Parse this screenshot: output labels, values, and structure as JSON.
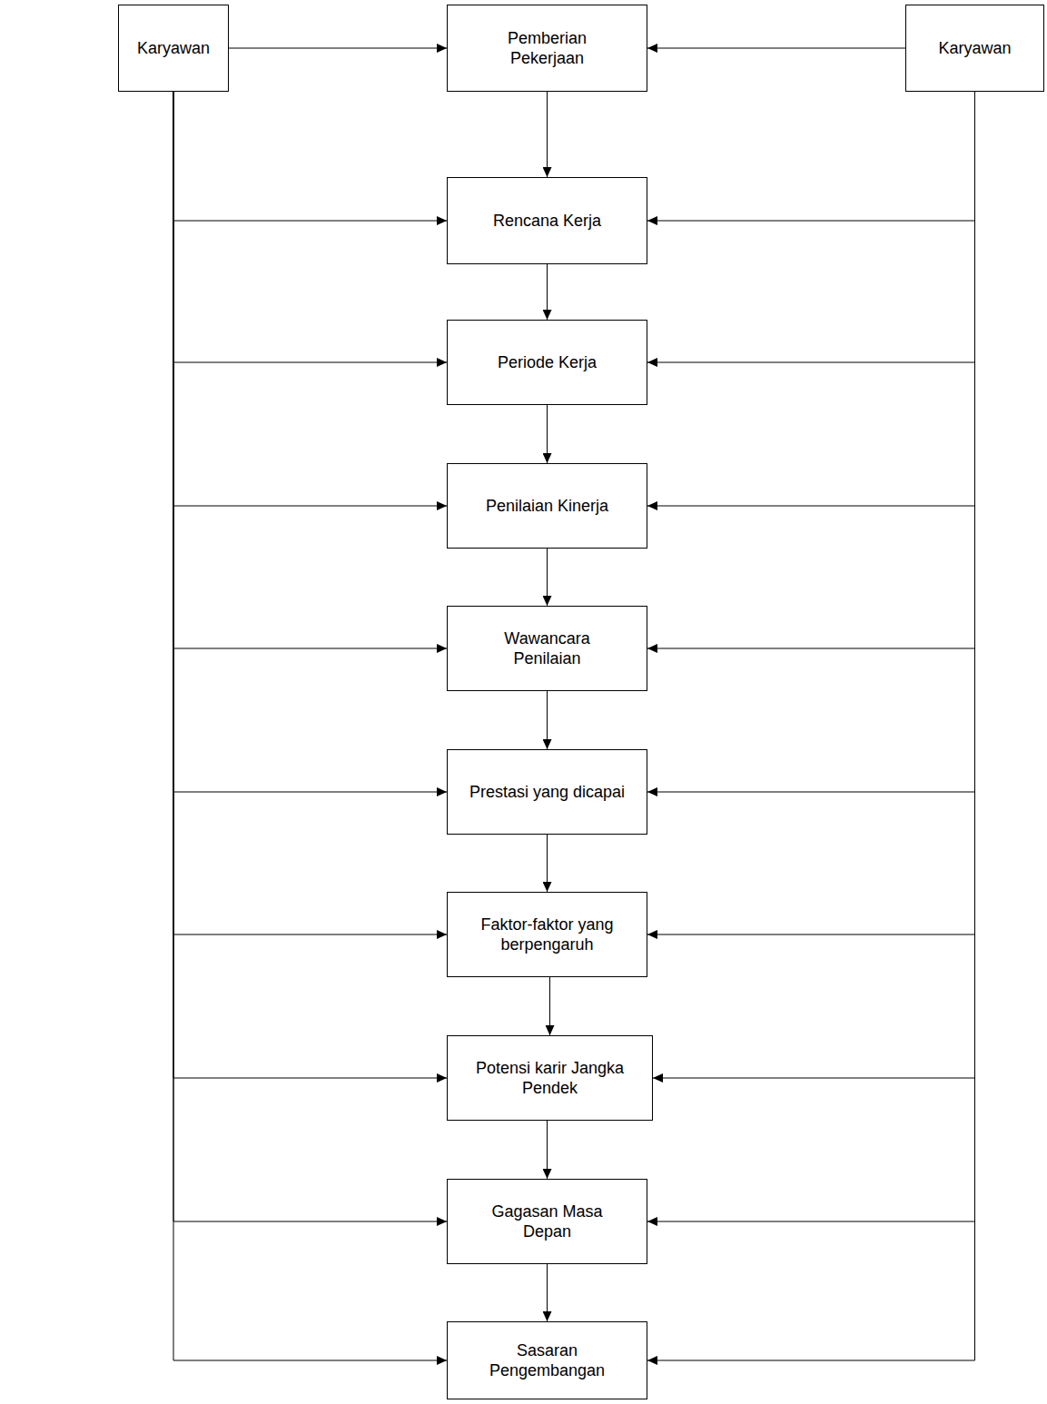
{
  "diagram": {
    "nodes": [
      {
        "text": [
          "Karyawan"
        ]
      },
      {
        "text": [
          "Pemberian Pekerjaan"
        ]
      },
      {
        "text": [
          "Karyawan"
        ]
      },
      {
        "text": [
          "Rencana Kerja"
        ]
      },
      {
        "text": [
          "Periode Kerja"
        ]
      },
      {
        "text": [
          "Penilaian Kinerja"
        ]
      },
      {
        "text": [
          "Wawancara Penilaian"
        ]
      },
      {
        "text": [
          "Prestasi yang dicapai"
        ]
      },
      {
        "text": [
          "Faktor-faktor yang berpengaruh"
        ]
      },
      {
        "text": [
          "Potensi karir Jangka Pendek"
        ]
      },
      {
        "text": [
          "Gagasan Masa Depan"
        ]
      },
      {
        "text": [
          "Sasaran Pengembangan"
        ]
      }
    ],
    "edges": [
      {
        "from": 0,
        "to": 1,
        "arrow": "to"
      },
      {
        "from": 2,
        "to": 1,
        "arrow": "to"
      },
      {
        "from": 1,
        "to": 3,
        "arrow": "to"
      },
      {
        "from": 0,
        "to": 3,
        "arrow": "to"
      },
      {
        "from": 2,
        "to": 3,
        "arrow": "to"
      },
      {
        "from": 3,
        "to": 4,
        "arrow": "to"
      },
      {
        "from": 0,
        "to": 4,
        "arrow": "to"
      },
      {
        "from": 2,
        "to": 4,
        "arrow": "to"
      },
      {
        "from": 4,
        "to": 5,
        "arrow": "to"
      },
      {
        "from": 0,
        "to": 5,
        "arrow": "to"
      },
      {
        "from": 2,
        "to": 5,
        "arrow": "to"
      },
      {
        "from": 5,
        "to": 6,
        "arrow": "to"
      },
      {
        "from": 0,
        "to": 6,
        "arrow": "to"
      },
      {
        "from": 2,
        "to": 6,
        "arrow": "to"
      },
      {
        "from": 6,
        "to": 7,
        "arrow": "to"
      },
      {
        "from": 0,
        "to": 7,
        "arrow": "to"
      },
      {
        "from": 2,
        "to": 7,
        "arrow": "to"
      },
      {
        "from": 7,
        "to": 8,
        "arrow": "to"
      },
      {
        "from": 0,
        "to": 8,
        "arrow": "to"
      },
      {
        "from": 2,
        "to": 8,
        "arrow": "to"
      },
      {
        "from": 8,
        "to": 9,
        "arrow": "to"
      },
      {
        "from": 0,
        "to": 9,
        "arrow": "to"
      },
      {
        "from": 2,
        "to": 9,
        "arrow": "to"
      },
      {
        "from": 9,
        "to": 10,
        "arrow": "to"
      },
      {
        "from": 0,
        "to": 10,
        "arrow": "to"
      },
      {
        "from": 2,
        "to": 10,
        "arrow": "to"
      },
      {
        "from": 10,
        "to": 11,
        "arrow": "to"
      },
      {
        "from": 0,
        "to": 11,
        "arrow": "to"
      },
      {
        "from": 2,
        "to": 11,
        "arrow": "to"
      }
    ]
  }
}
